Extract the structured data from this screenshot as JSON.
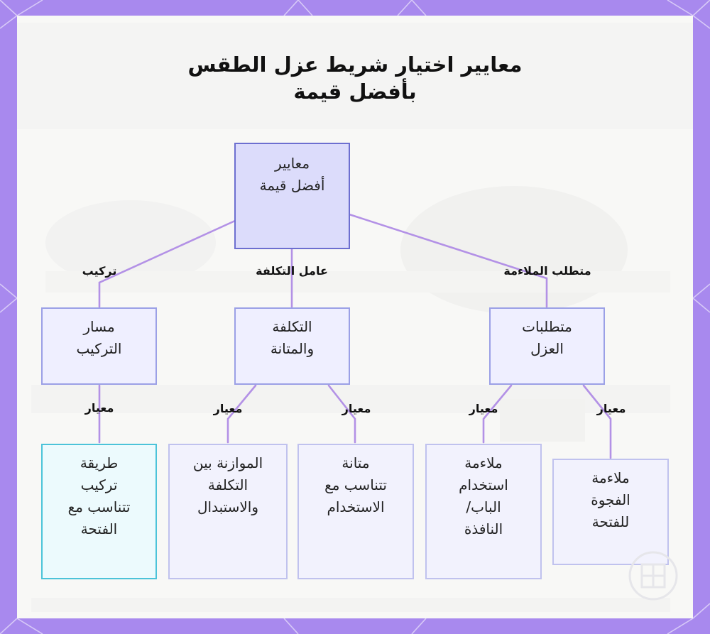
{
  "title": {
    "line1": "معايير اختيار شريط عزل الطقس",
    "line2": "بأفضل قيمة"
  },
  "root": {
    "line1": "معايير",
    "line2": "أفضل قيمة"
  },
  "branches": {
    "install": {
      "edge_label": "تركيب",
      "line1": "مسار",
      "line2": "التركيب",
      "criterion_label": "معيار",
      "leaf": [
        "طريقة",
        "تركيب",
        "تتناسب مع",
        "الفتحة"
      ]
    },
    "cost": {
      "edge_label": "عامل التكلفة",
      "line1": "التكلفة",
      "line2": "والمتانة",
      "criterion_labels": [
        "معيار",
        "معيار"
      ],
      "leaf_balance": [
        "الموازنة بين",
        "التكلفة",
        "والاستبدال"
      ],
      "leaf_durability": [
        "متانة",
        "تتناسب مع",
        "الاستخدام"
      ]
    },
    "fit": {
      "edge_label": "متطلب الملاءمة",
      "line1": "متطلبات",
      "line2": "العزل",
      "criterion_labels": [
        "معيار",
        "معيار"
      ],
      "leaf_door": [
        "ملاءمة",
        "استخدام",
        "الباب/",
        "النافذة"
      ],
      "leaf_gap": [
        "ملاءمة",
        "الفجوة",
        "للفتحة"
      ]
    }
  },
  "colors": {
    "frame": "#a889ee",
    "root_fill": "#dcdcfb",
    "root_border": "#6d6fd0",
    "node_fill": "#efefff",
    "node_border": "#9ba0e6",
    "leaf_border": "#c0c2ee",
    "highlight_border": "#4cc3d9",
    "connector": "#b391e6"
  }
}
